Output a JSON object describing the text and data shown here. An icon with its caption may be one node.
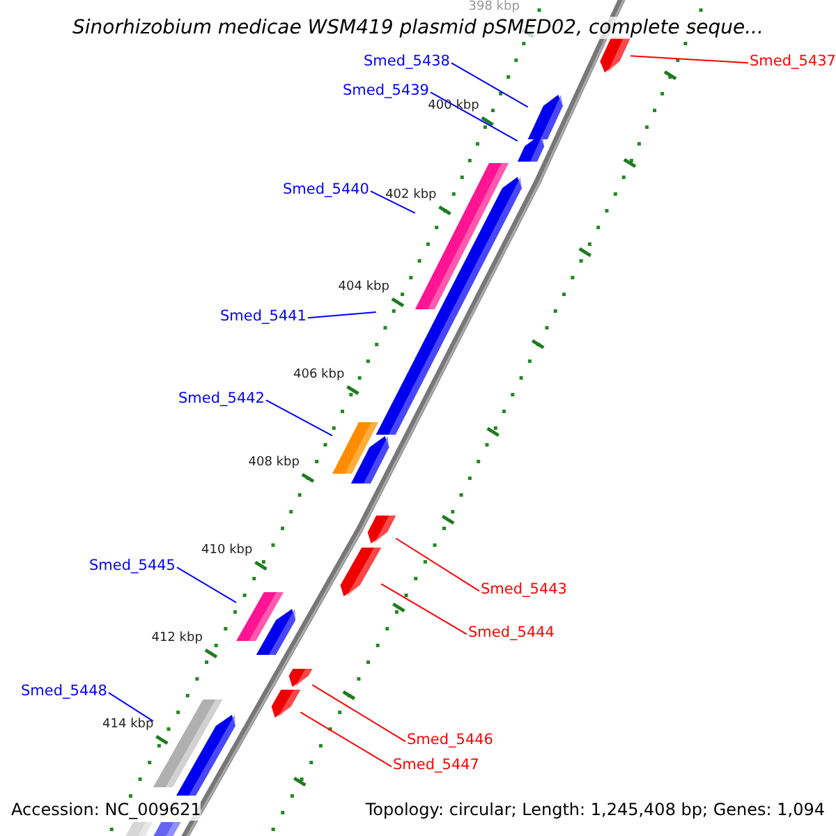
{
  "diagram": {
    "title": "Sinorhizobium medicae WSM419 plasmid pSMED02, complete seque...",
    "nodes": [
      {
        "text": [
          "Smed_5437"
        ]
      },
      {
        "text": [
          "Smed_5438"
        ]
      },
      {
        "text": [
          "Smed_5439"
        ]
      },
      {
        "text": [
          "Smed_5440"
        ]
      },
      {
        "text": [
          "Smed_5441"
        ]
      },
      {
        "text": [
          "Smed_5442"
        ]
      },
      {
        "text": [
          "Smed_5443"
        ]
      },
      {
        "text": [
          "Smed_5444"
        ]
      },
      {
        "text": [
          "Smed_5445"
        ]
      },
      {
        "text": [
          "Smed_5446"
        ]
      },
      {
        "text": [
          "Smed_5447"
        ]
      },
      {
        "text": [
          "Smed_5448"
        ]
      },
      {
        "text": [],
        "shape": "bar"
      },
      {
        "text": [],
        "shape": "bar"
      },
      {
        "text": [],
        "shape": "bar"
      },
      {
        "text": [],
        "shape": "bar"
      },
      {
        "text": [],
        "shape": "bar"
      },
      {
        "text": [],
        "shape": "bar"
      },
      {
        "text": [],
        "shape": "bar"
      },
      {
        "text": [],
        "shape": "bar"
      },
      {
        "text": [],
        "shape": "bar"
      },
      {
        "text": [],
        "shape": "bar"
      },
      {
        "text": [],
        "shape": "bar"
      },
      {
        "text": [],
        "shape": "bar"
      },
      {
        "text": [],
        "shape": "bar"
      },
      {
        "text": [],
        "shape": "bar"
      },
      {
        "text": [],
        "shape": "bar"
      },
      {
        "text": [],
        "shape": "bar"
      },
      {
        "text": [],
        "shape": "bar"
      }
    ],
    "edges": [
      {
        "from": 0,
        "to": 12,
        "arrow": "none",
        "color": "#ff0000"
      },
      {
        "from": 1,
        "to": 13,
        "arrow": "none"
      },
      {
        "from": 2,
        "to": 14,
        "arrow": "none"
      },
      {
        "from": 3,
        "to": 15,
        "arrow": "none"
      },
      {
        "from": 4,
        "to": 16,
        "arrow": "none"
      },
      {
        "from": 5,
        "to": 17,
        "arrow": "none"
      },
      {
        "from": 6,
        "to": 19,
        "arrow": "none",
        "color": "#ff0000"
      },
      {
        "from": 7,
        "to": 20,
        "arrow": "none",
        "color": "#ff0000"
      },
      {
        "from": 8,
        "to": 21,
        "arrow": "none"
      },
      {
        "from": 9,
        "to": 23,
        "arrow": "none",
        "color": "#ff0000"
      },
      {
        "from": 10,
        "to": 24,
        "arrow": "none",
        "color": "#ff0000"
      },
      {
        "from": 11,
        "to": 25,
        "arrow": "none"
      }
    ],
    "labels": [
      "398 kbp",
      "400 kbp",
      "402 kbp",
      "404 kbp",
      "406 kbp",
      "408 kbp",
      "410 kbp",
      "412 kbp",
      "414 kbp",
      "Accession: NC_009621",
      "Topology: circular; Length: 1,245,408 bp; Genes: 1,094"
    ]
  }
}
